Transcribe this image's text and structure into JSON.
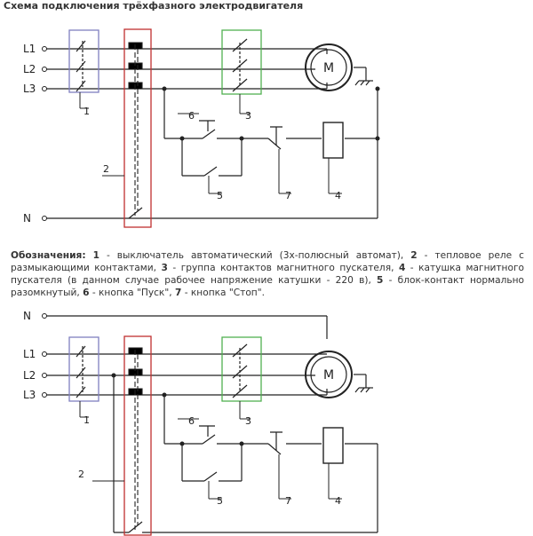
{
  "title": "Схема подключения трёхфазного электродвигателя",
  "legend": {
    "heading": "Обозначения",
    "parts": [
      {
        "num": "1",
        "text": " - выключатель автоматический (3х-полюсный автомат), "
      },
      {
        "num": "2",
        "text": " - тепловое реле с размыкающими контактами, "
      },
      {
        "num": "3",
        "text": " - группа контактов магнитного пускателя, "
      },
      {
        "num": "4",
        "text": " - катушка магнитного пускателя (в данном случае рабочее напряжение катушки - 220 в), "
      },
      {
        "num": "5",
        "text": " - блок-контакт нормально разомкнутый, "
      },
      {
        "num": "6",
        "text": " - кнопка \"Пуск\", "
      },
      {
        "num": "7",
        "text": " - кнопка \"Стоп\"."
      }
    ]
  },
  "diagram1": {
    "labels": {
      "L1": "L1",
      "L2": "L2",
      "L3": "L3",
      "N": "N",
      "motor": "M",
      "n1": "1",
      "n2": "2",
      "n3": "3",
      "n4": "4",
      "n5": "5",
      "n6": "6",
      "n7": "7"
    }
  },
  "diagram2": {
    "labels": {
      "L1": "L1",
      "L2": "L2",
      "L3": "L3",
      "N": "N",
      "motor": "M",
      "n1": "1",
      "n2": "2",
      "n3": "3",
      "n4": "4",
      "n5": "5",
      "n6": "6",
      "n7": "7"
    }
  },
  "colors": {
    "breaker_box": "#8080c0",
    "relay_box": "#c03030",
    "contactor_box": "#50b050",
    "wire": "#222222"
  }
}
